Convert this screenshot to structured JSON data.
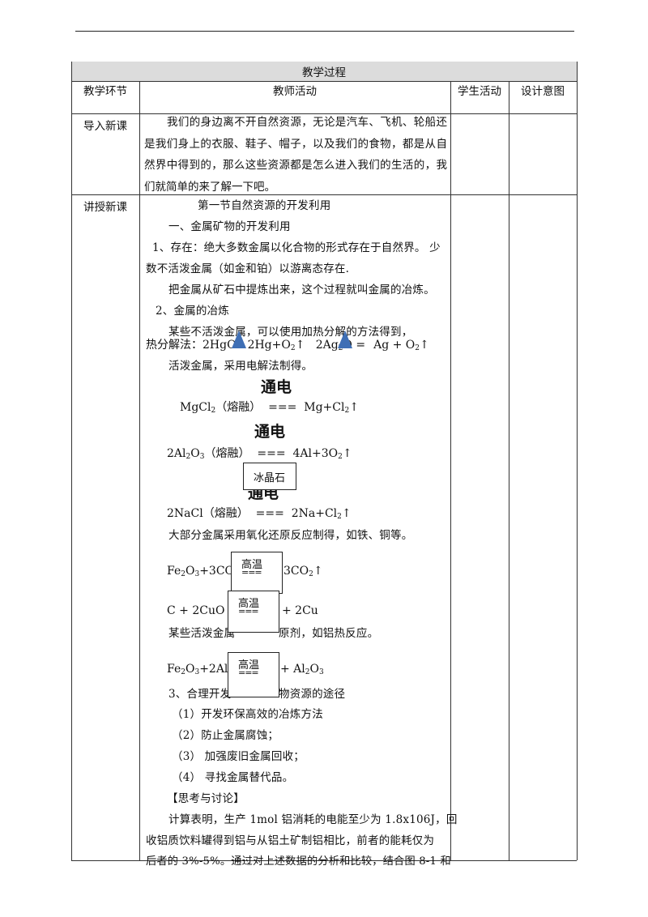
{
  "table": {
    "title": "教学过程",
    "headers": {
      "stage": "教学环节",
      "teacher": "教师活动",
      "student": "学生活动",
      "design": "设计意图"
    },
    "rows": {
      "intro_label": "导入新课",
      "intro_text": "我们的身边离不开自然资源，无论是汽车、飞机、轮船还是我们身上的衣服、鞋子、帽子，以及我们的食物，都是从自然界中得到的，那么这些资源都是怎么进入我们的生活的，我们就简单的来了解一下吧。",
      "teach_label": "讲授新课"
    }
  },
  "lesson": {
    "section_title": "第一节自然资源的开发利用",
    "part1_title": "一、金属矿物的开发利用",
    "exist_line1": "1、存在：绝大多数金属以化合物的形式存在于自然界。 少",
    "exist_line2": "数不活泼金属（如金和铂）以游离态存在.",
    "smelt_def": "把金属从矿石中提炼出来，这个过程就叫金属的冶炼。",
    "smelt_title": "2、金属的冶炼",
    "inactive_text": "某些不活泼金属，可以使用加热分解的方法得到，",
    "thermal_label": "热分解法：",
    "active_text": "活泼金属，采用电解法制得。",
    "electro_word": "通电",
    "electro_word_cut": "通电",
    "eq_sign": "===",
    "melt": "（熔融）",
    "cryolite": "冰晶石",
    "redox_text": "大部分金属采用氧化还原反应制得，如铁、铜等。",
    "high_temp": "高温",
    "eq_small": "===",
    "al_text_a": "某些活泼金属",
    "al_text_b": "原剂，如铝热反应。",
    "part3_a": "3、合理开发",
    "part3_b": "物资源的途径",
    "item1": "（1）开发环保高效的冶炼方法",
    "item2": "（2）防止金属腐蚀；",
    "item3": "（3）  加强废旧金属回收；",
    "item4": "（4）  寻找金属替代品。",
    "think_title": "【思考与讨论】",
    "think_line1": "计算表明，生产 1mol 铝消耗的电能至少为 1.8x106J，回",
    "think_line2": "收铝质饮料罐得到铝与从铝土矿制铝相比，前者的能耗仅为",
    "think_line3": "后者的 3%-5%。通过对上述数据的分析和比较，结合图 8-1 和"
  },
  "equations": {
    "hgo_left": "2HgO",
    "hgo_right": "2Hg+O",
    "ag2o_left": "2Ag",
    "ag2o_right": "Ag + O",
    "mgcl2_left": "MgCl",
    "mgcl2_right": "Mg+Cl",
    "al2o3_left": "2Al",
    "al2o3_right": "4Al+3O",
    "nacl_left": "2NaCl",
    "nacl_right": "2Na+Cl",
    "fe_co_left": "Fe",
    "fe_co_mid": "O",
    "fe_co_tail": "+3CO",
    "fe_co_right": "3CO",
    "c_cuo_left": "C + 2CuO",
    "c_cuo_right": "+ 2Cu",
    "fe_al_left": "Fe",
    "fe_al_tail": "+2Al",
    "fe_al_right": "+ Al",
    "up_arrow": "↑",
    "sub2": "2",
    "sub3": "3"
  }
}
